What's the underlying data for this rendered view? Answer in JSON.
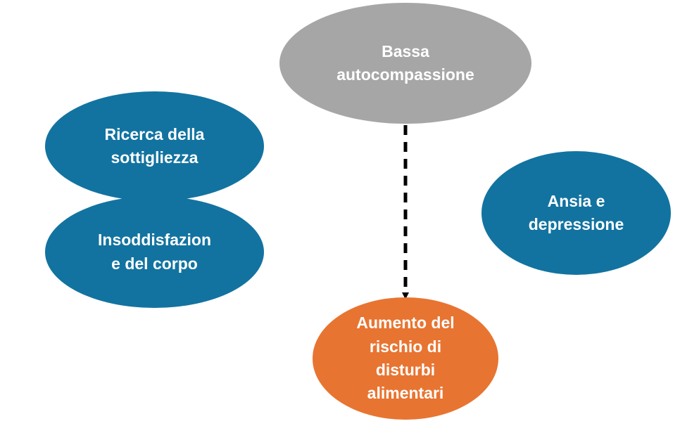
{
  "diagram": {
    "nodes": {
      "bassa": {
        "label": "Bassa\nautocompassione",
        "color": "#a6a6a6"
      },
      "ricerca": {
        "label": "Ricerca della\nsottigliezza",
        "color": "#1273a0"
      },
      "insoddisfazione": {
        "label": "Insoddisfazion\ne del corpo",
        "color": "#1273a0"
      },
      "ansia": {
        "label": "Ansia e\ndepressione",
        "color": "#1273a0"
      },
      "aumento": {
        "label": "Aumento del\nrischio di\ndisturbi\nalimentari",
        "color": "#e87431"
      }
    },
    "edges": [
      {
        "from": "bassa",
        "to": "aumento",
        "style": "dashed",
        "arrow": "end"
      }
    ]
  }
}
